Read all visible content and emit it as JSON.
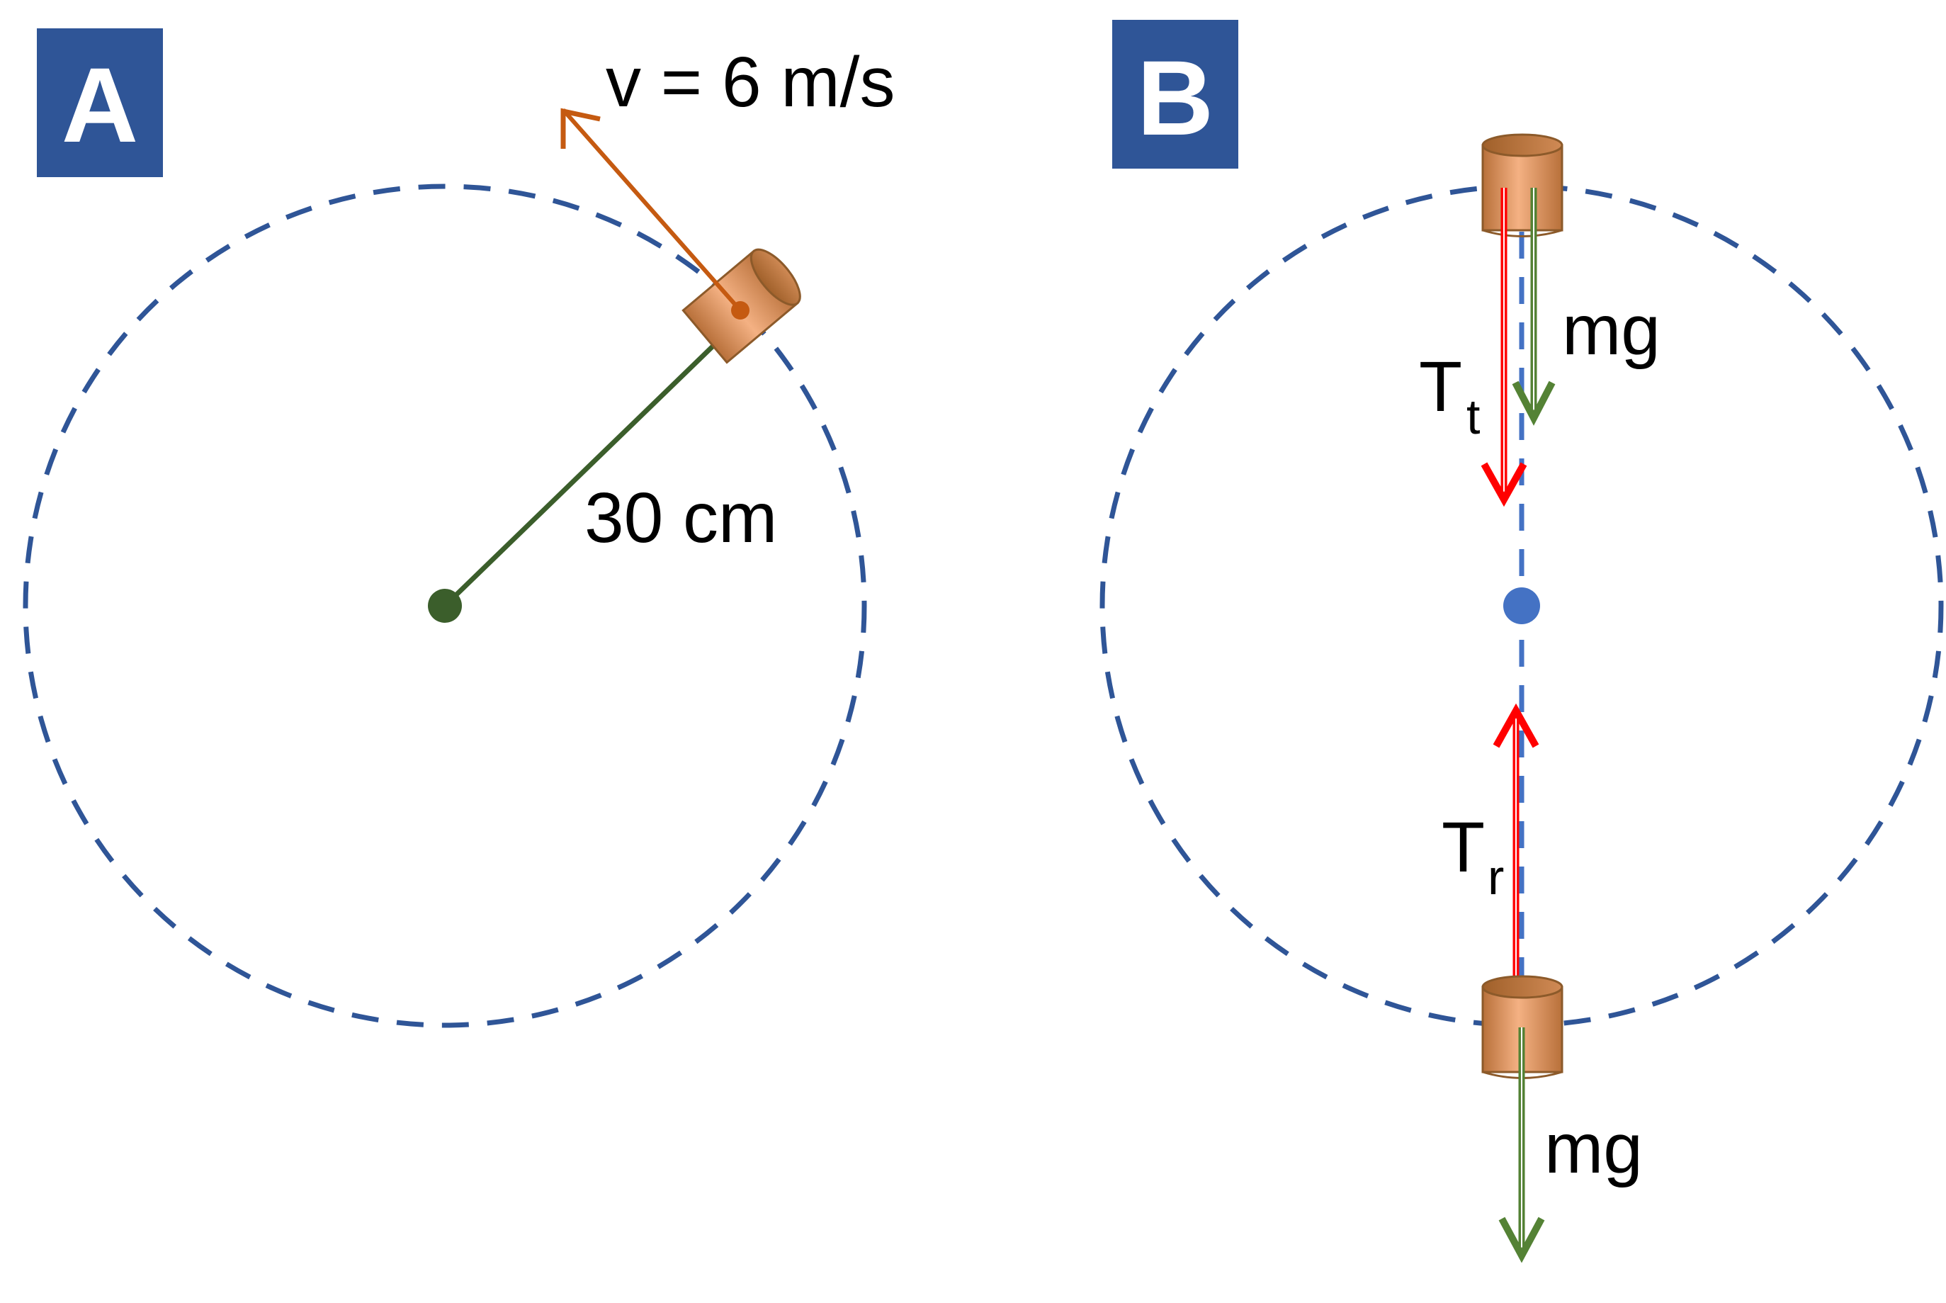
{
  "panels": {
    "a": {
      "badge_label": "A",
      "velocity_label": "v = 6 m/s",
      "radius_label": "30 cm"
    },
    "b": {
      "badge_label": "B",
      "top_weight_label": "mg",
      "top_tension_main": "T",
      "top_tension_sub": "t",
      "bottom_tension_main": "T",
      "bottom_tension_sub": "r",
      "bottom_weight_label": "mg"
    }
  },
  "colors": {
    "badge": "#2F5597",
    "orbit": "#2F5597",
    "string": "#3B5E2B",
    "velocity": "#C55A11",
    "tension": "#FF0000",
    "weight": "#548235",
    "bob_light": "#F4B183",
    "bob_dark": "#A0602A",
    "center_b": "#4472C4"
  }
}
